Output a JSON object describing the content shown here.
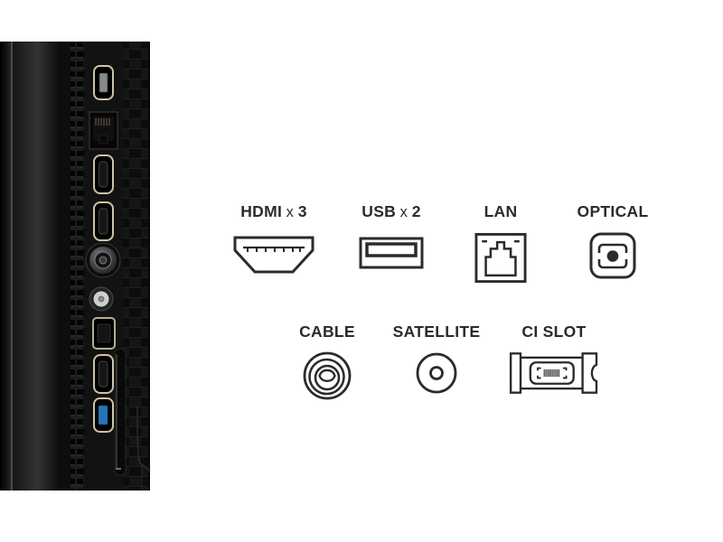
{
  "background": "#ffffff",
  "colors": {
    "icon_stroke": "#2b2b2b",
    "label_text": "#2b2b2b",
    "tv_body_dark": "#141414",
    "port_rim_gold": "#cfc3a8",
    "usb3_accent": "#2472b8"
  },
  "photo": {
    "name": "tv-side-panel-photo",
    "ports_top_to_bottom": [
      "usb",
      "lan",
      "hdmi",
      "hdmi",
      "cable",
      "satellite",
      "optical",
      "hdmi",
      "usb-3.0",
      "ci-slot"
    ]
  },
  "connectors": {
    "hdmi": {
      "label": "HDMI",
      "times": "x",
      "count": "3",
      "icon": "hdmi-connector-icon"
    },
    "usb": {
      "label": "USB",
      "times": "x",
      "count": "2",
      "icon": "usb-connector-icon"
    },
    "lan": {
      "label": "LAN",
      "icon": "lan-connector-icon"
    },
    "optical": {
      "label": "OPTICAL",
      "icon": "optical-connector-icon"
    },
    "cable": {
      "label": "CABLE",
      "icon": "cable-connector-icon"
    },
    "satellite": {
      "label": "SATELLITE",
      "icon": "satellite-connector-icon"
    },
    "ci_slot": {
      "label": "CI SLOT",
      "icon": "ci-slot-icon"
    }
  }
}
